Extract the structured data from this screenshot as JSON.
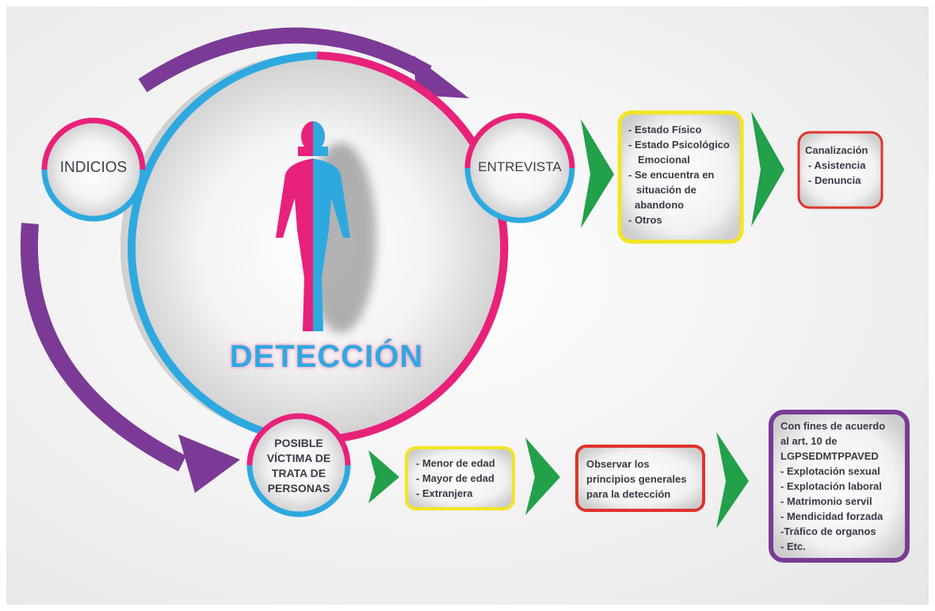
{
  "nodes": {
    "indicios": "INDICIOS",
    "entrevista": "ENTREVISTA",
    "posible_victima": [
      "POSIBLE",
      "VÍCTIMA DE",
      "TRATA DE",
      "PERSONAS"
    ],
    "center_title": "DETECCIÓN"
  },
  "entrevista_box": {
    "items": [
      "- Estado Físico",
      "- Estado Psicológico",
      "Emocional",
      "- Se encuentra en",
      "situación de",
      "abandono",
      "- Otros"
    ]
  },
  "canalizacion_box": {
    "items": [
      "Canalización",
      "- Asistencia",
      "- Denuncia"
    ]
  },
  "edad_box": {
    "items": [
      "- Menor de edad",
      "- Mayor de edad",
      "- Extranjera"
    ]
  },
  "principios_box": {
    "items": [
      "Observar los",
      "principios generales",
      "para la detección"
    ]
  },
  "fines_box": {
    "items": [
      "Con fines de acuerdo",
      "al art. 10 de",
      "LGPSEDMTPPAVED",
      "- Explotación sexual",
      "- Explotación laboral",
      "- Matrimonio servil",
      "- Mendicidad forzada",
      "-Tráfico de organos",
      "- Etc."
    ]
  },
  "colors": {
    "magenta": "#e8217a",
    "cyan": "#2ea9e0",
    "purple": "#7b3a96",
    "green": "#22a04a",
    "yellow": "#f2e520",
    "red": "#e0332d",
    "text": "#3d3d4a"
  }
}
